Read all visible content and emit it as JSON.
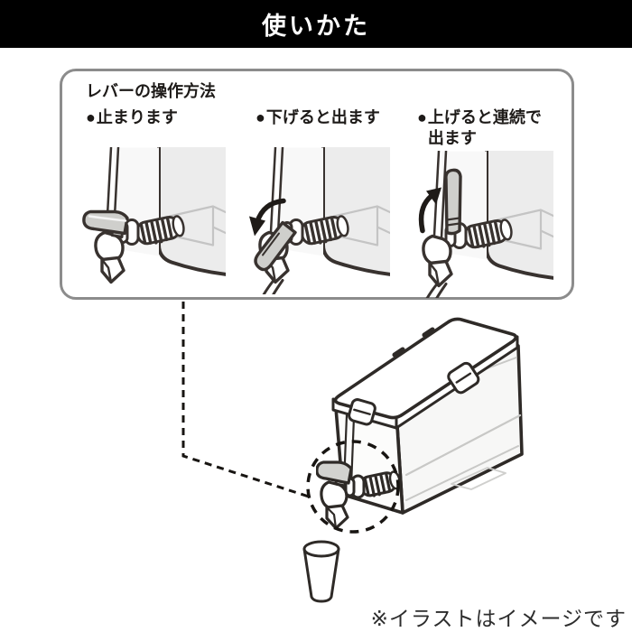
{
  "header": {
    "title": "使いかた"
  },
  "panel": {
    "title": "レバーの操作方法",
    "steps": [
      {
        "bullet": "●",
        "label": "止まります",
        "illustration": "lever-stop"
      },
      {
        "bullet": "●",
        "label": "下げると出ます",
        "illustration": "lever-down-dispense"
      },
      {
        "bullet": "●",
        "label": "上げると連続で出ます",
        "illustration": "lever-up-continuous"
      }
    ]
  },
  "diagram": {
    "subject": "beverage-dispenser-with-spigot",
    "callout": "tap-area-circle",
    "accessory": "cup"
  },
  "footer": {
    "note": "※イラストはイメージです"
  },
  "colors": {
    "header_bg": "#000000",
    "header_text": "#ffffff",
    "line_art": "#38322f",
    "panel_border": "#8c8c8c",
    "body_fill": "#ececec"
  }
}
